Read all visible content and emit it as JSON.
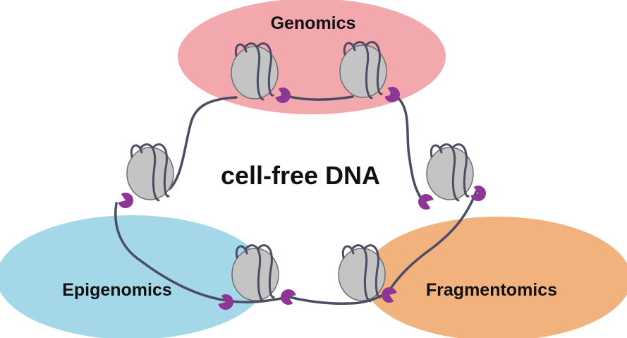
{
  "title": "cell-free DNA",
  "regions": [
    {
      "label": "Genomics",
      "color": "#f2a8ad"
    },
    {
      "label": "Epigenomics",
      "color": "#a4d8e8"
    },
    {
      "label": "Fragmentomics",
      "color": "#f2b27d"
    }
  ],
  "colors": {
    "nucleosome_fill": "#c4c4c4",
    "nucleosome_outline": "#6e6e6e",
    "dna_strand": "#4a4d63",
    "pacman_marker": "#8e3596"
  },
  "icons": [
    "nucleosome-icon",
    "pacman-marker-icon"
  ]
}
